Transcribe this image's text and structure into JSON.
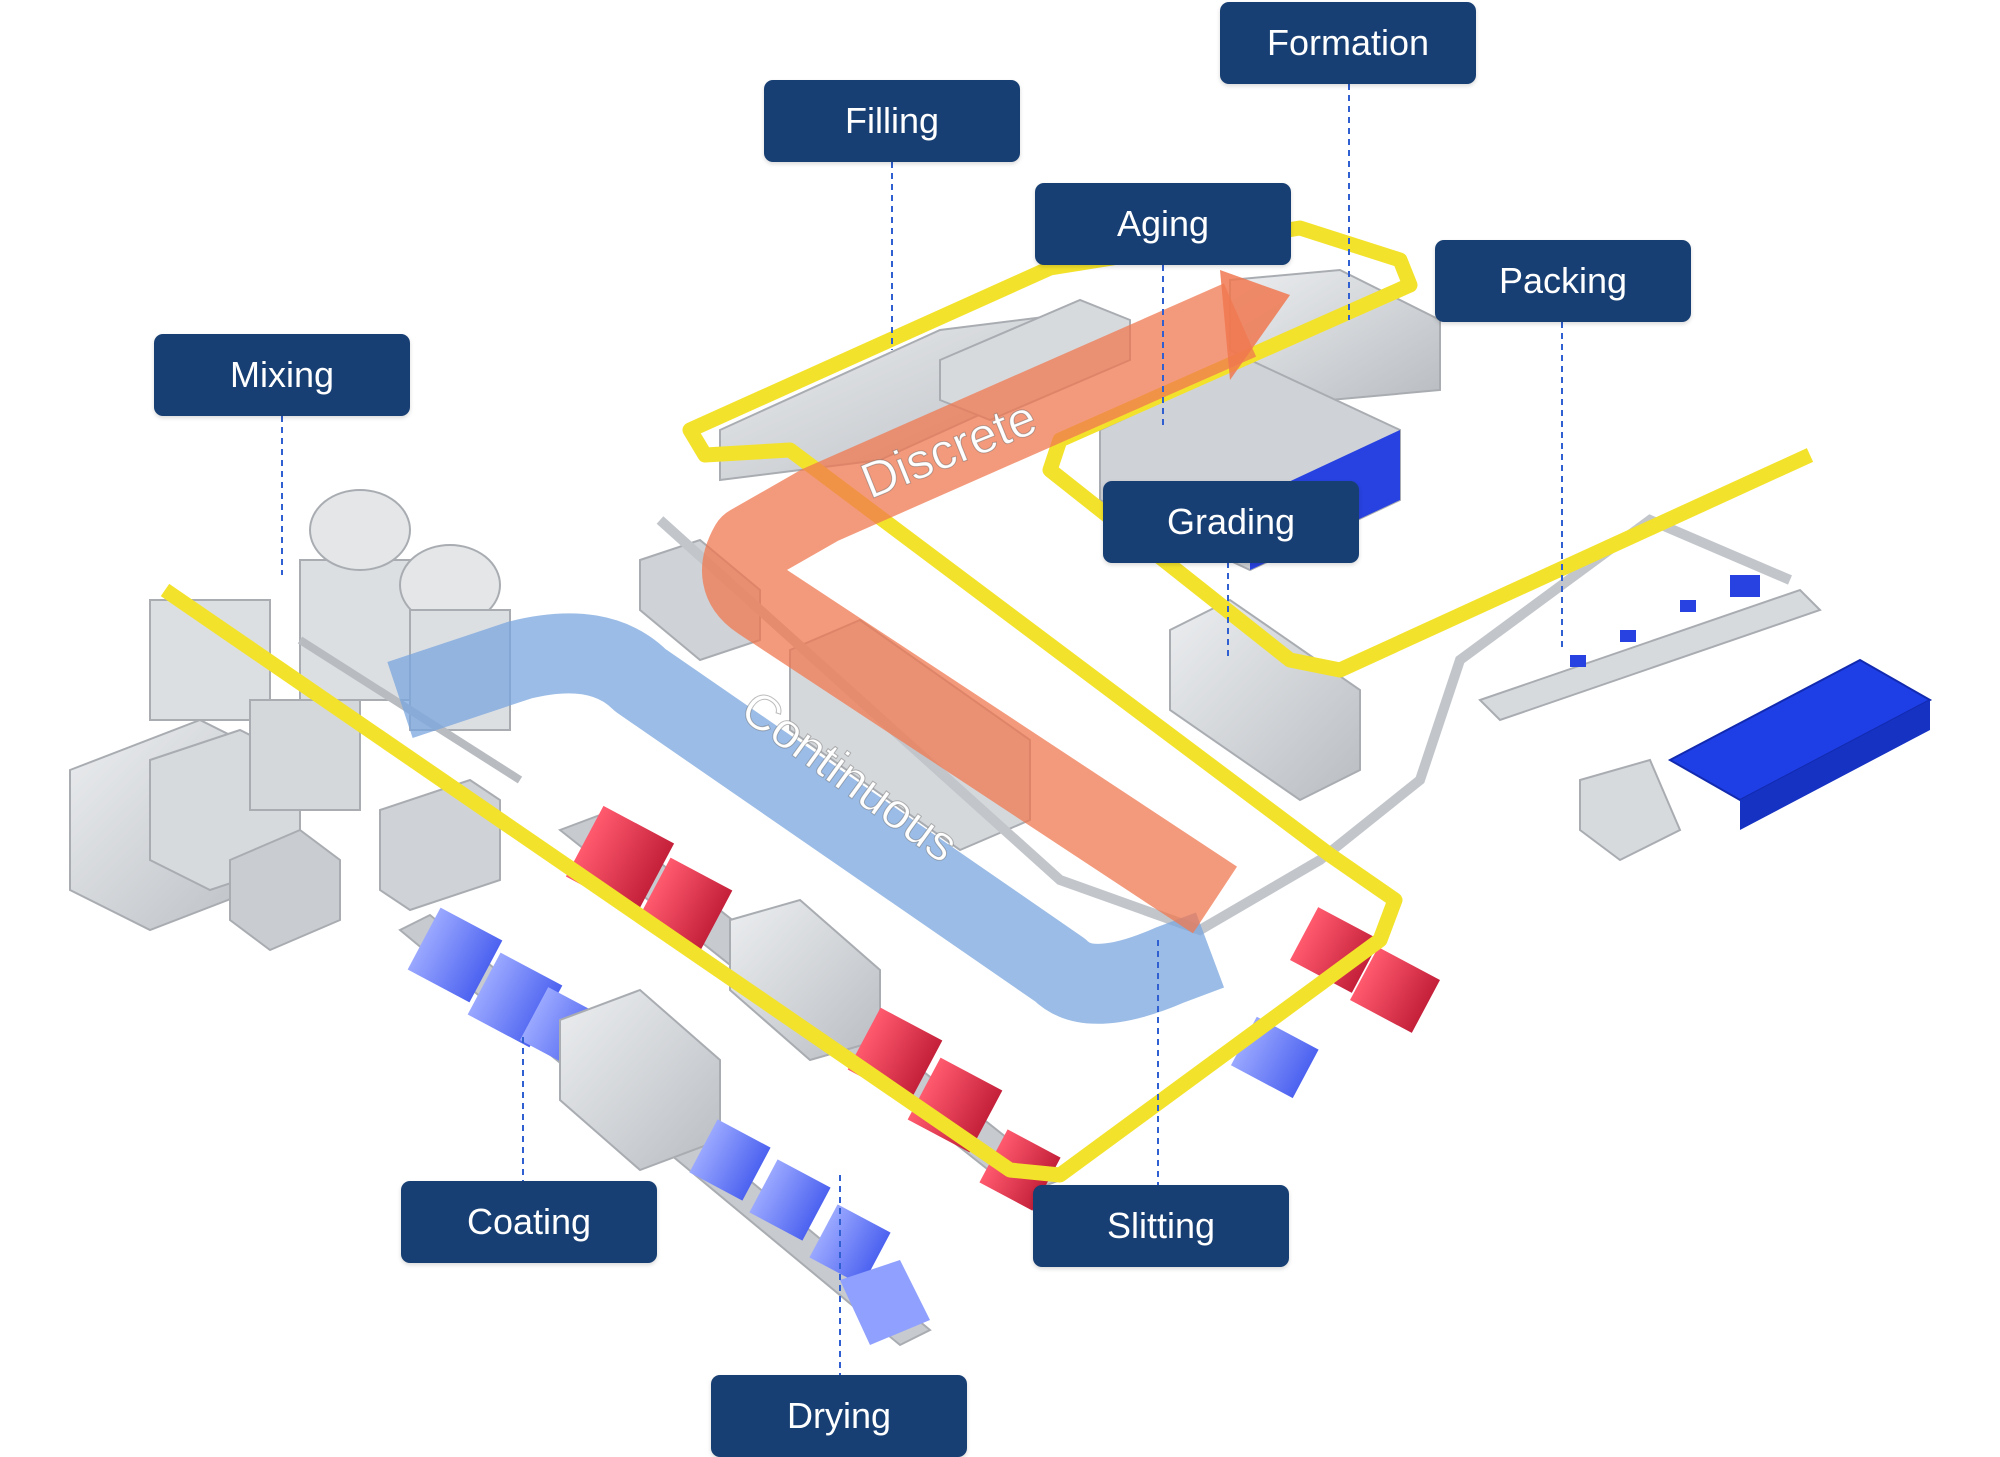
{
  "stages": {
    "mixing": "Mixing",
    "coating": "Coating",
    "drying": "Drying",
    "slitting": "Slitting",
    "filling": "Filling",
    "aging": "Aging",
    "formation": "Formation",
    "packing": "Packing",
    "grading": "Grading"
  },
  "flows": {
    "continuous": "Continuous",
    "discrete": "Discrete"
  },
  "colors": {
    "label_background": "#173f73",
    "label_text": "#ffffff",
    "leader_line": "#2f5fd0",
    "yellow_path": "#f3e22b",
    "continuous_arrow": "#7aa6dd",
    "discrete_arrow": "#f07850",
    "machine_gray": "#cfd2d6",
    "red_roll": "#e8324e",
    "blue_roll": "#6f86ff",
    "blue_crate": "#1f3fe6"
  }
}
